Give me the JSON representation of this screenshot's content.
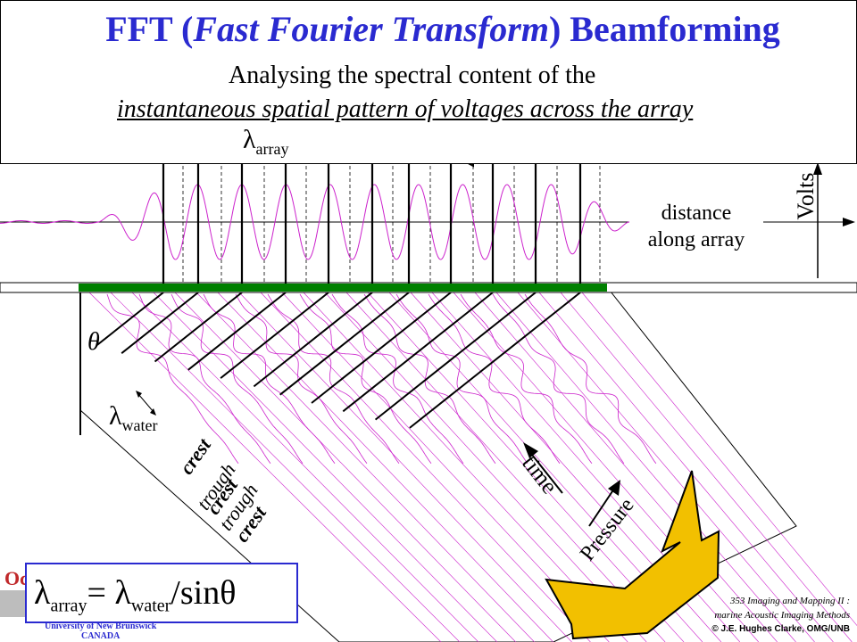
{
  "title": {
    "main_prefix": "FFT (",
    "main_italic": "Fast Fourier Transform",
    "main_suffix": ") Beamforming",
    "subtitle_line1": "Analysing the spectral content of the",
    "subtitle_line2": "instantaneous spatial pattern of voltages across the array"
  },
  "diagram_labels": {
    "lambda_array": "array",
    "distance": "distance",
    "along_array": "along array",
    "volts": "Volts",
    "theta": "θ",
    "lambda_water": "water",
    "time": "time",
    "pressure": "Pressure",
    "wave_labels": [
      "crest",
      "trough",
      "crest",
      "trough",
      "crest"
    ]
  },
  "formula": {
    "lhs_sub": "array",
    "eq": "= λ",
    "rhs_sub": "water",
    "rhs_tail": "/sinθ"
  },
  "credit": {
    "line1": "353 Imaging and Mapping II :",
    "line2": "marine Acoustic Imaging Methods",
    "line3": "© J.E. Hughes Clarke, OMG/UNB"
  },
  "logo": {
    "partial_text": "Oc",
    "university": "University of New Brunswick",
    "country": "CANADA"
  },
  "colors": {
    "title": "#2a2ad0",
    "arrow_fill": "#f2c000",
    "array_bar": "#008000",
    "wave": "#cc22cc"
  }
}
